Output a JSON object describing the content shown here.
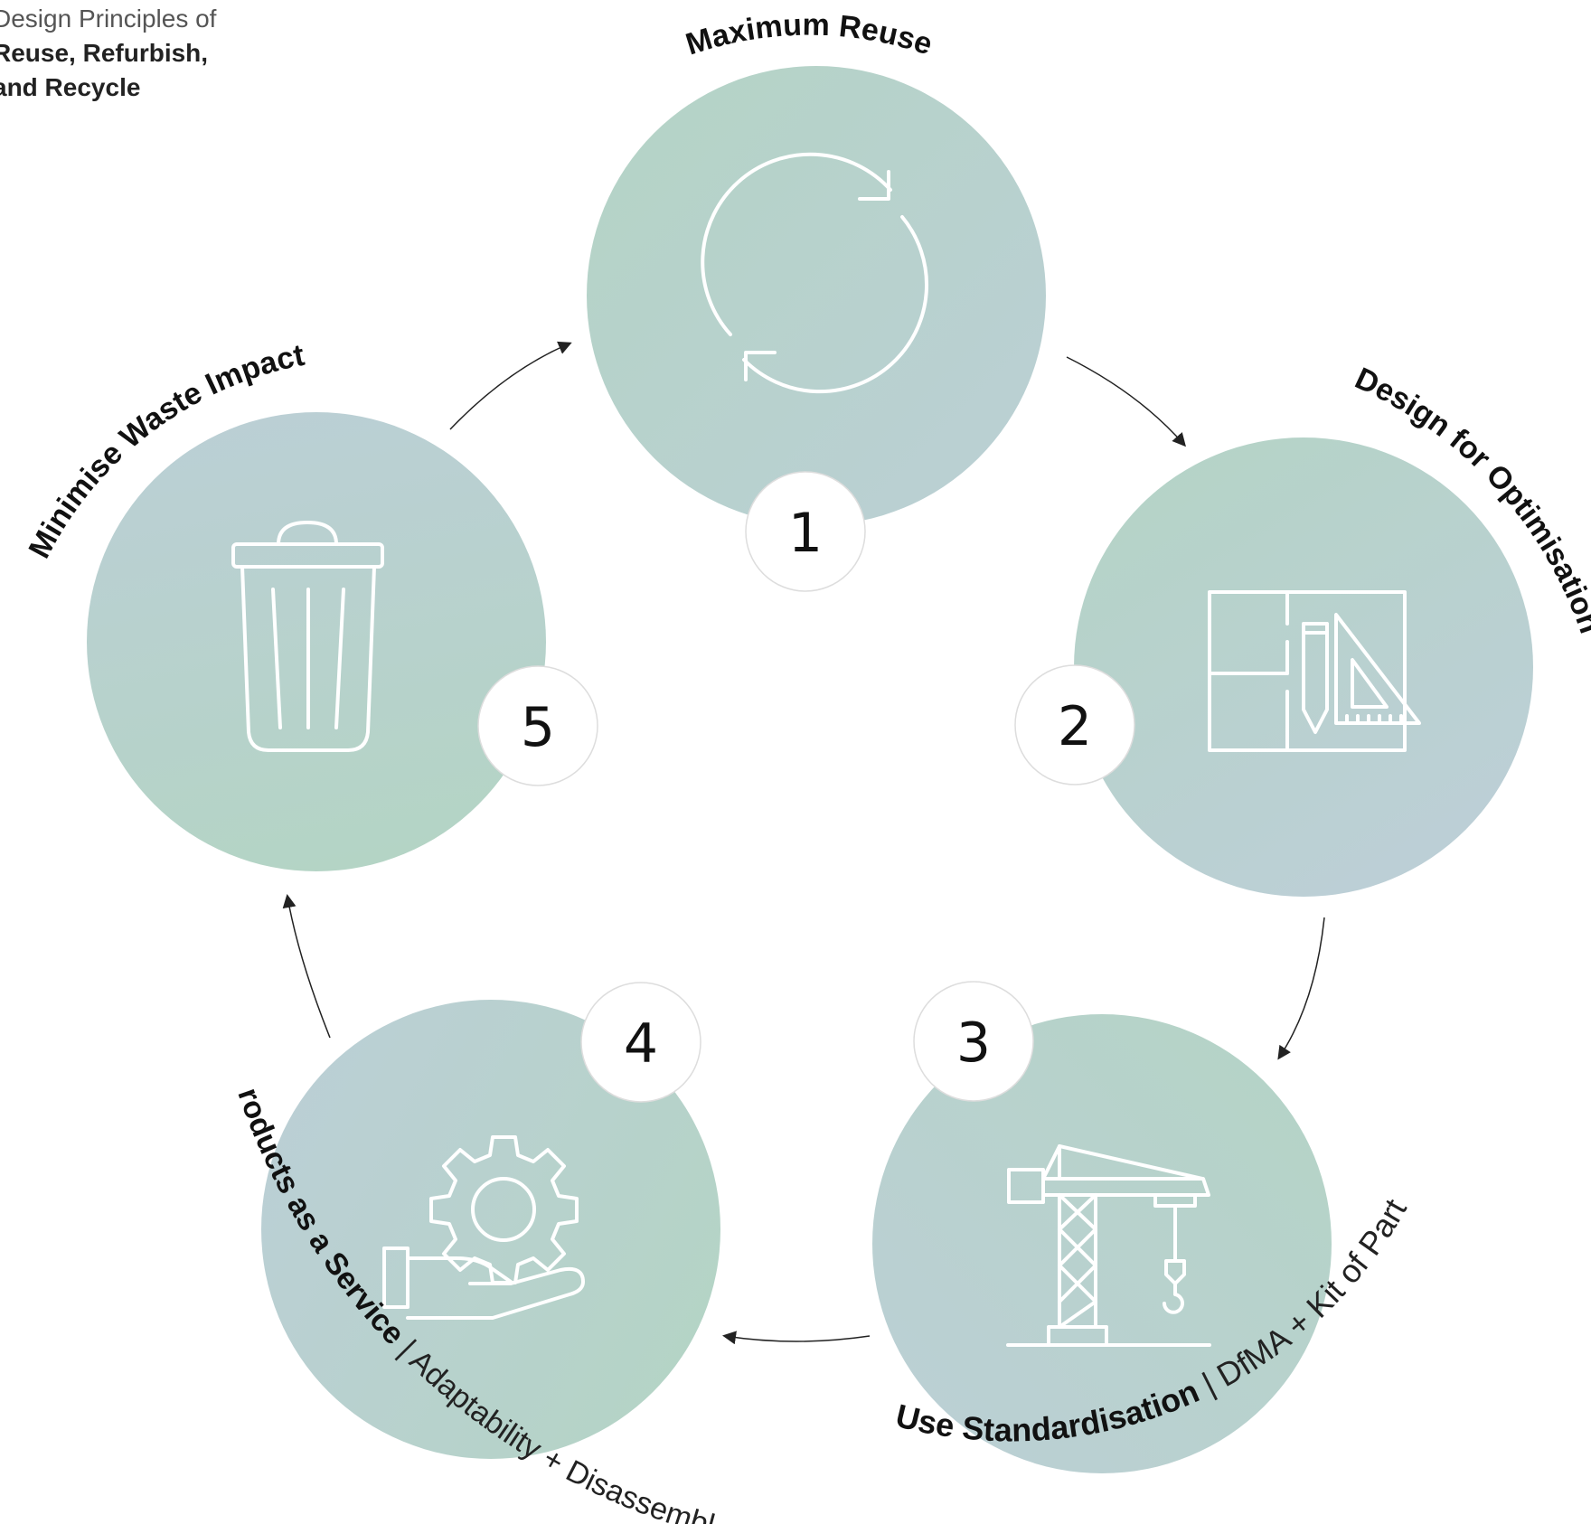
{
  "header": {
    "line1": "Design Principles of",
    "line2": "Reuse, Refurbish,",
    "line3": "and Recycle"
  },
  "principles": [
    {
      "number": "1",
      "title": "Maximum Reuse",
      "subtitle": "",
      "icon": "refresh-cycle-icon"
    },
    {
      "number": "2",
      "title": "Design for Optimisation",
      "subtitle": "",
      "icon": "blueprint-pencil-triangle-icon"
    },
    {
      "number": "3",
      "title": "Use Standardisation",
      "subtitle": "DfMA + Kit of Parts",
      "icon": "tower-crane-icon"
    },
    {
      "number": "4",
      "title": "Products as a Service",
      "subtitle": "Adaptability + Disassembly",
      "icon": "hand-gear-icon"
    },
    {
      "number": "5",
      "title": "Minimise Waste Impact",
      "subtitle": "",
      "icon": "trash-bin-icon"
    }
  ],
  "separator": " | ",
  "colors": {
    "circle_green": "#b5d3c6",
    "circle_blue": "#bacfd3",
    "badge_fill": "#ffffff",
    "badge_stroke": "#dddddd",
    "arrow": "#222222",
    "icon": "#ffffff"
  }
}
